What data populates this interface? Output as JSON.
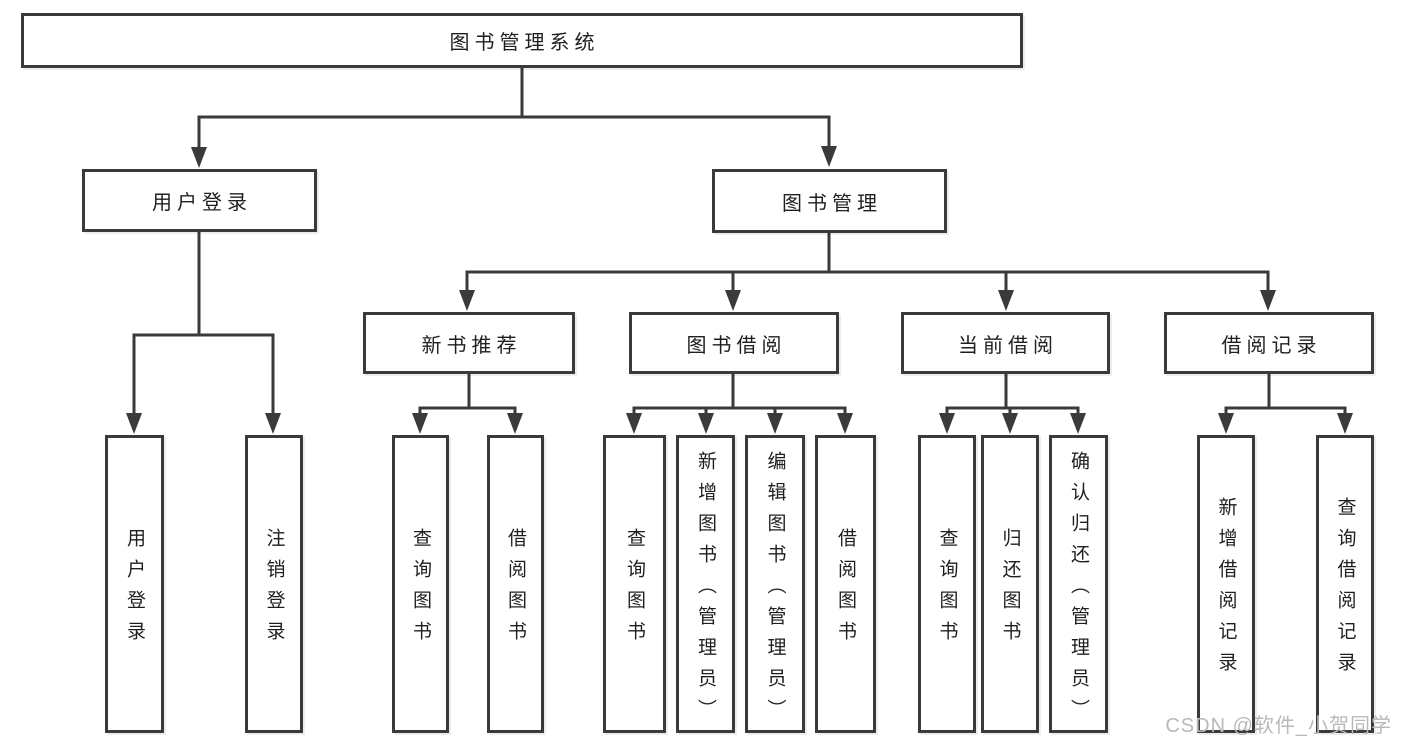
{
  "tree": {
    "root": {
      "label": "图书管理系统"
    },
    "level2": [
      {
        "label": "用户登录",
        "leaves": [
          {
            "label": "用户登录"
          },
          {
            "label": "注销登录"
          }
        ]
      },
      {
        "label": "图书管理",
        "groups": [
          {
            "label": "新书推荐",
            "leaves": [
              {
                "label": "查询图书"
              },
              {
                "label": "借阅图书"
              }
            ]
          },
          {
            "label": "图书借阅",
            "leaves": [
              {
                "label": "查询图书"
              },
              {
                "label": "新增图书（管理员）"
              },
              {
                "label": "编辑图书（管理员）"
              },
              {
                "label": "借阅图书"
              }
            ]
          },
          {
            "label": "当前借阅",
            "leaves": [
              {
                "label": "查询图书"
              },
              {
                "label": "归还图书"
              },
              {
                "label": "确认归还（管理员）"
              }
            ]
          },
          {
            "label": "借阅记录",
            "leaves": [
              {
                "label": "新增借阅记录"
              },
              {
                "label": "查询借阅记录"
              }
            ]
          }
        ]
      }
    ]
  },
  "watermark": "CSDN @软件_小贺同学",
  "colors": {
    "line": "#3a3a3a",
    "text": "#1f1f1f",
    "watermark": "#b9b9b9",
    "background": "#ffffff"
  }
}
